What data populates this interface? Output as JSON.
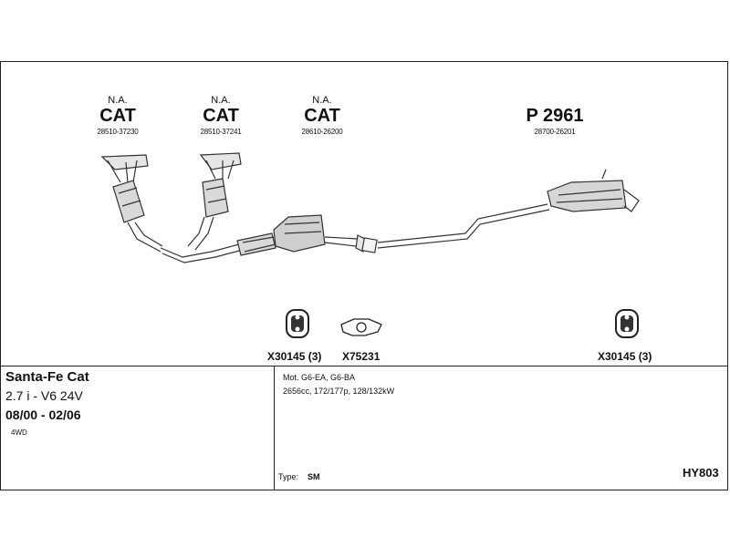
{
  "cats": [
    {
      "line1": "N.A.",
      "line2": "CAT",
      "part": "28510-37230"
    },
    {
      "line1": "N.A.",
      "line2": "CAT",
      "part": "28510-37241"
    },
    {
      "line1": "N.A.",
      "line2": "CAT",
      "part": "28610-26200"
    }
  ],
  "muffler": {
    "code": "P 2961",
    "part": "28700-26201"
  },
  "hardware": [
    {
      "label": "X30145 (3)",
      "icon": "rubber-hanger-icon"
    },
    {
      "label": "X75231",
      "icon": "gasket-icon"
    },
    {
      "label": "X30145 (3)",
      "icon": "rubber-hanger-icon"
    }
  ],
  "vehicle": {
    "model": "Santa-Fe Cat",
    "engine": "2.7 i - V6 24V",
    "years": "08/00 - 02/06",
    "drive": "4WD"
  },
  "engine_info": {
    "line1": "Mot. G6-EA, G6-BA",
    "line2": "2656cc, 172/177p, 128/132kW"
  },
  "type_label": "Type:",
  "type_value": "SM",
  "ref_code": "HY803"
}
